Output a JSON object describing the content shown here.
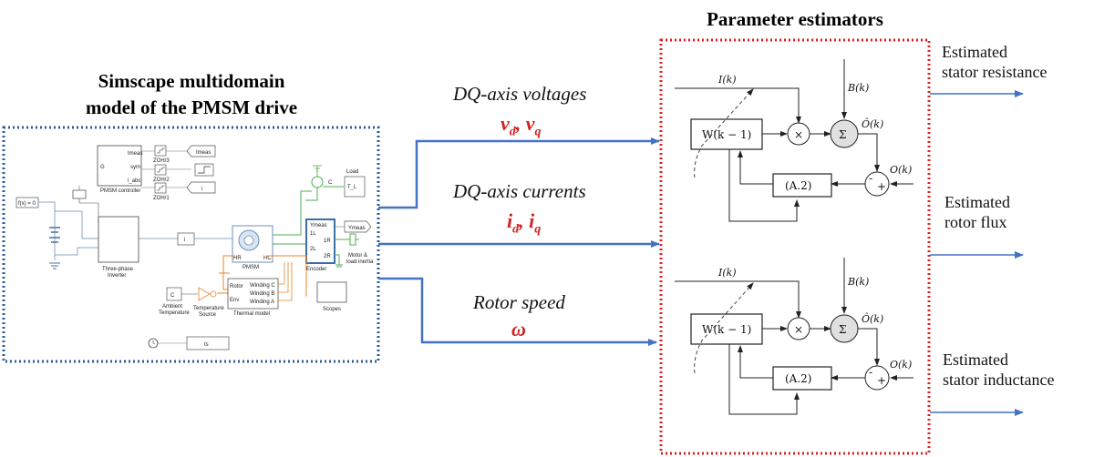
{
  "left_panel": {
    "title_line1": "Simscape multidomain",
    "title_line2": "model of the PMSM drive",
    "model_labels": {
      "fx": "f(x) = 0",
      "pmsm_controller": "PMSM controller",
      "pmsm_port_imeas": "Imeas",
      "pmsm_port_sym": "sym",
      "pmsm_port_iabc": "i_abc",
      "pmsm_port_g": "G",
      "zoh3": "ZOH/3",
      "zoh2": "ZOH/2",
      "zoh1": "ZOH/1",
      "goto_imeas": "Imeas",
      "goto_i": "i",
      "inverter": "Three-phase\nInverter",
      "pmsm": "PMSM",
      "hr": "HR",
      "hc": "HC",
      "load": "Load",
      "tl": "T_L",
      "encoder": "Encoder",
      "enc_meas": "Ymeas",
      "enc_meas2": "Ymeas",
      "enc_1l": "1L",
      "enc_1r": "1R",
      "enc_2l": "2L",
      "enc_2r": "2R",
      "motor_load": "Motor &\nload inertia",
      "ambient": "Ambient\nTemperature",
      "temp_source": "Temperature\nSource",
      "thermal_model": "Thermal model",
      "rotor": "Rotor",
      "env": "Env",
      "winding_c": "Winding C",
      "winding_b": "Winding B",
      "winding_a": "Winding A",
      "scopes": "Scopes",
      "ts": "ts",
      "c_letter": "C",
      "i_small": "i",
      "g_letter": "G"
    }
  },
  "signals": {
    "voltages_label": "DQ-axis voltages",
    "voltages_sym": "v_d, v_q",
    "currents_label": "DQ-axis currents",
    "currents_sym": "i_d, i_q",
    "speed_label": "Rotor speed",
    "speed_sym": "ω"
  },
  "right_panel": {
    "title": "Parameter estimators",
    "estimator_top": {
      "input_i": "I(k)",
      "input_b": "B(k)",
      "w_block": "W(k − 1)",
      "multiply": "×",
      "sum": "Σ",
      "o_hat": "Ô(k)",
      "o": "O(k)",
      "a2": "(A.2)",
      "minus": "-",
      "plus": "+"
    },
    "estimator_bottom": {
      "input_i": "I(k)",
      "input_b": "B(k)",
      "w_block": "W(k − 1)",
      "multiply": "×",
      "sum": "Σ",
      "o_hat": "Ô(k)",
      "o": "O(k)",
      "a2": "(A.2)",
      "minus": "-",
      "plus": "+"
    }
  },
  "outputs": [
    {
      "line1": "Estimated",
      "line2": "stator resistance"
    },
    {
      "line1": "Estimated",
      "line2": "rotor flux"
    },
    {
      "line1": "Estimated",
      "line2": "stator inductance"
    }
  ],
  "colors": {
    "arrow_blue": "#4472c4",
    "left_border": "#2e5a9c",
    "right_border": "#e02020",
    "symbol_red": "#d42020",
    "sum_fill": "#e0e0e0",
    "green_wire": "#4caf50",
    "orange_wire": "#e8862a"
  }
}
